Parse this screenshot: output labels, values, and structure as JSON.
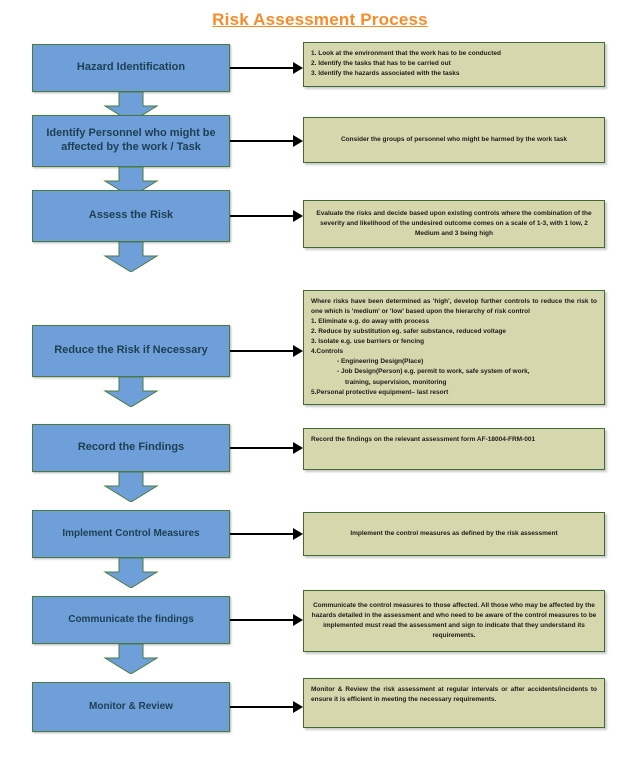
{
  "title": "Risk Assessment Process",
  "colors": {
    "title": "#f68c2a",
    "stage_fill": "#6f9fd8",
    "stage_border": "#4a7a3f",
    "stage_text": "#1d3f53",
    "detail_fill": "#d7d7ad",
    "detail_border": "#3f6b34",
    "arrow": "#000000"
  },
  "stages": [
    {
      "id": "hazard-identification",
      "label": "Hazard Identification",
      "detail_lines": [
        "1. Look at the environment that the work has to be conducted",
        "2. Identify the tasks that has to be carried out",
        "3. Identify the hazards associated with the tasks"
      ]
    },
    {
      "id": "identify-personnel",
      "label": "Identify Personnel who might be affected by the work / Task",
      "detail_lines": [
        "Consider the groups of personnel who might be harmed by the work task"
      ]
    },
    {
      "id": "assess-the-risk",
      "label": "Assess the Risk",
      "detail_lines": [
        "Evaluate the risks and decide based upon existing controls where the combination of the severity and likelihood of the undesired outcome comes on a scale of 1-3, with 1 low, 2 Medium and 3 being high"
      ]
    },
    {
      "id": "reduce-the-risk",
      "label": "Reduce the Risk if Necessary",
      "detail_lines": [
        "Where risks have been determined as 'high', develop further controls to reduce the risk to one which is 'medium' or 'low' based upon the hierarchy of risk control",
        "1. Eliminate e.g. do away with process",
        "2. Reduce by substitution eg. safer substance, reduced voltage",
        "3. Isolate e.g. use barriers or fencing",
        "4.Controls",
        "- Engineering Design(Place)",
        "- Job Design(Person) e.g. permit to work, safe system of work,",
        "training, supervision, monitoring",
        "5.Personal protective equipment– last resort"
      ]
    },
    {
      "id": "record-the-findings",
      "label": "Record the Findings",
      "detail_lines": [
        "Record the findings on the relevant assessment form AF-18004-FRM-001"
      ]
    },
    {
      "id": "implement-control-measures",
      "label": "Implement Control Measures",
      "detail_lines": [
        "Implement the control measures as defined by the risk assessment"
      ]
    },
    {
      "id": "communicate-the-findings",
      "label": "Communicate the findings",
      "detail_lines": [
        "Communicate the control measures to those affected. All those who may be affected by the hazards detailed in the assessment and who need to be aware of the control measures to be implemented must read the assessment and sign to indicate that they understand its requirements."
      ]
    },
    {
      "id": "monitor-and-review",
      "label": "Monitor & Review",
      "detail_lines": [
        "Monitor & Review the risk assessment at regular intervals or after accidents/incidents to ensure it is efficient in meeting the necessary requirements."
      ]
    }
  ]
}
